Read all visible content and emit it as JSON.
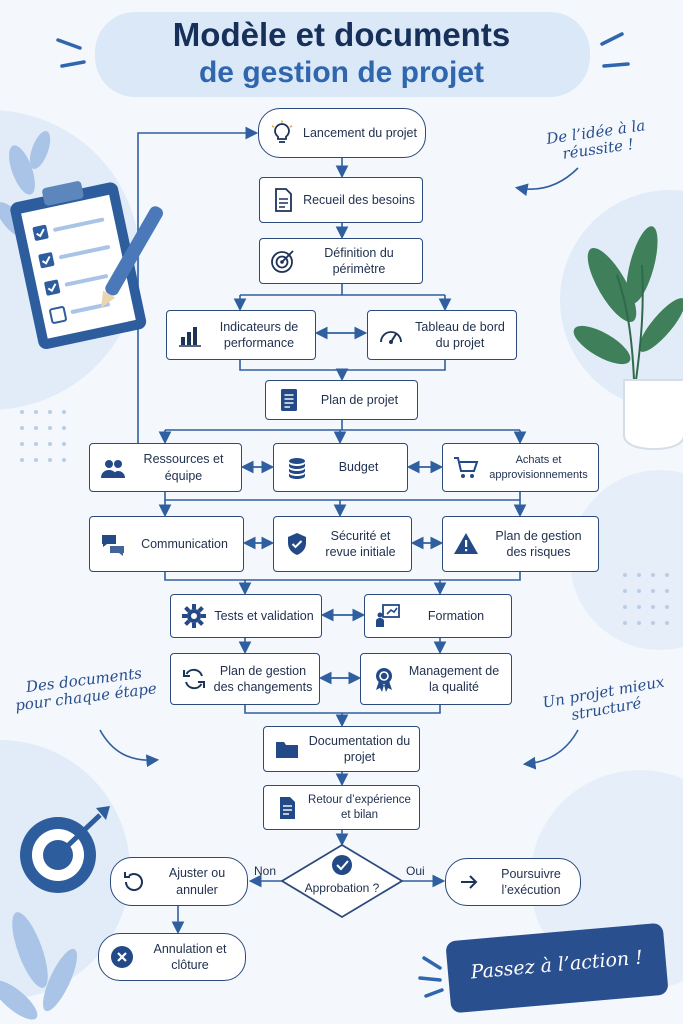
{
  "title": {
    "line1": "Modèle et documents",
    "line2": "de gestion de projet"
  },
  "notes": {
    "top_right": "De l’idée à la réussite !",
    "left": "Des documents pour chaque étape",
    "right": "Un projet mieux structuré",
    "cta": "Passez à l’action !"
  },
  "steps": {
    "lancement": "Lancement du projet",
    "recueil": "Recueil des besoins",
    "definition": "Définition du périmètre",
    "indicateurs": "Indicateurs de performance",
    "tableau": "Tableau de bord du projet",
    "plan": "Plan de projet",
    "ressources": "Ressources et équipe",
    "budget": "Budget",
    "achats": "Achats et approvisionnements",
    "communication": "Communication",
    "securite": "Sécurité et revue initiale",
    "risques": "Plan de gestion des risques",
    "tests": "Tests et validation",
    "formation": "Formation",
    "changements": "Plan de gestion des changements",
    "qualite": "Management de la qualité",
    "documentation": "Documentation du projet",
    "retour": "Retour d’expérience et bilan",
    "approbation": "Approbation ?",
    "ajuster": "Ajuster ou annuler",
    "annulation": "Annulation et clôture",
    "poursuivre": "Poursuivre l’exécution"
  },
  "decision": {
    "no": "Non",
    "yes": "Oui"
  },
  "colors": {
    "navy": "#1d3357",
    "accent": "#2f66ae",
    "line": "#2f5f9f"
  }
}
